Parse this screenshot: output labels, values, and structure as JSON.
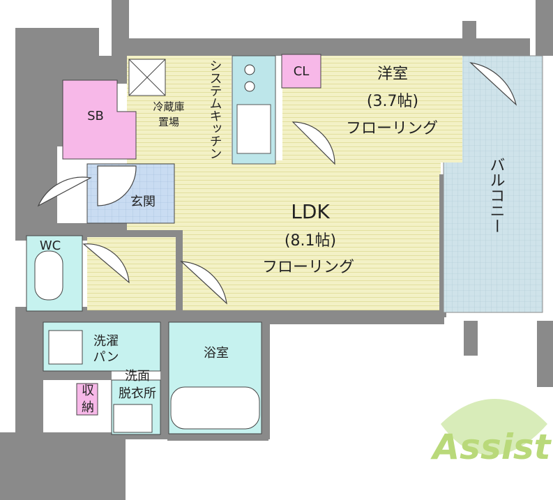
{
  "colors": {
    "wall": "#8a8a8a",
    "floor_wood": "#f3f1c6",
    "floor_wood_line": "#e2df9e",
    "entrance": "#c9dcf2",
    "balcony": "#cfe3ea",
    "kitchen": "#bde6ea",
    "storage": "#f7b8e8",
    "wet_area": "#c6f2ef",
    "logo_green": "#a8d05a",
    "logo_dark": "#5e9a2a"
  },
  "rooms": {
    "ldk_name": "LDK",
    "ldk_size": "(8.1帖)",
    "ldk_floor": "フローリング",
    "western_name": "洋室",
    "western_size": "(3.7帖)",
    "western_floor": "フローリング",
    "closet": "CL",
    "shoe_box": "SB",
    "entrance": "玄関",
    "toilet": "WC",
    "balcony": "バルコニー",
    "kitchen": "システムキッチン",
    "fridge_line1": "冷蔵庫",
    "fridge_line2": "置場",
    "washer_line1": "洗濯",
    "washer_line2": "パン",
    "dressing_line1": "洗面",
    "dressing_line2": "脱衣所",
    "storage_line1": "収",
    "storage_line2": "納",
    "bath": "浴室"
  },
  "logo": {
    "text": "Assist",
    "icon": "leaf-logo-icon"
  }
}
